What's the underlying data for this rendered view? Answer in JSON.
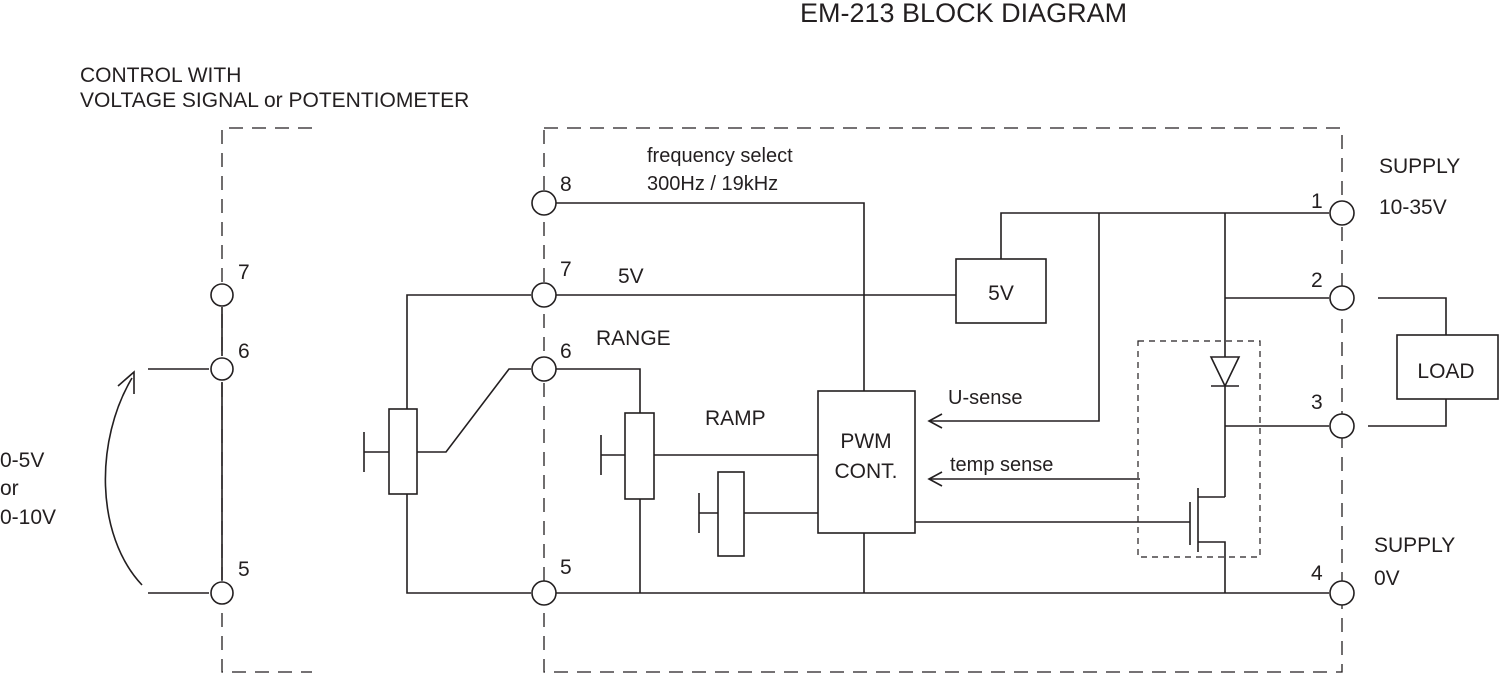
{
  "title": "EM-213 BLOCK DIAGRAM",
  "control_note": {
    "line1": "CONTROL WITH",
    "line2": "VOLTAGE SIGNAL or POTENTIOMETER"
  },
  "input_range": {
    "line1": "0-5V",
    "line2": "or",
    "line3": "0-10V"
  },
  "external_terminals": [
    "7",
    "6",
    "5"
  ],
  "module_terminals": {
    "t8": "8",
    "t7": "7",
    "t6": "6",
    "t5": "5",
    "t1": "1",
    "t2": "2",
    "t3": "3",
    "t4": "4"
  },
  "labels": {
    "freq_line1": "frequency select",
    "freq_line2": "300Hz / 19kHz",
    "five_v_wire": "5V",
    "range": "RANGE",
    "ramp": "RAMP",
    "u_sense": "U-sense",
    "temp_sense": "temp sense"
  },
  "blocks": {
    "regulator": "5V",
    "pwm_line1": "PWM",
    "pwm_line2": "CONT.",
    "load": "LOAD"
  },
  "supply": {
    "top_line1": "SUPPLY",
    "top_line2": "10-35V",
    "bottom_line1": "SUPPLY",
    "bottom_line2": "0V"
  }
}
